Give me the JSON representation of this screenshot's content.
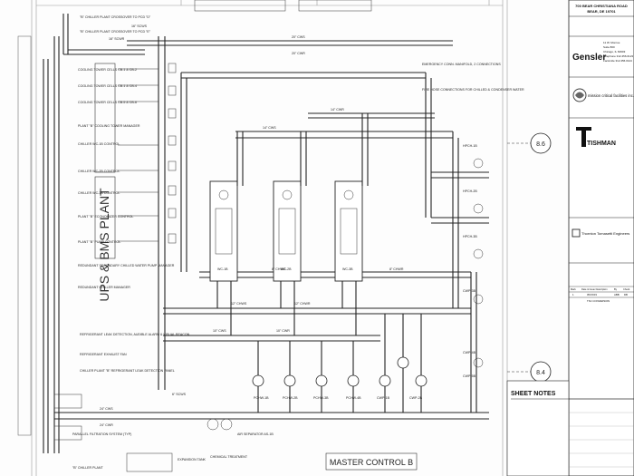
{
  "title_block": {
    "address_line1": "700 BEAR CHRISTIANA ROAD",
    "address_line2": "BEAR, DE 19701",
    "gensler": {
      "logo": "Gensler",
      "address": [
        "11 W. Monroe",
        "Suite 800",
        "Chicago, IL 60603",
        "Telephone 312.456.0123",
        "Facsimile 312.456.0124"
      ]
    },
    "mcf": {
      "logo": "mission critical facilities inc."
    },
    "tishman": {
      "logo": "TISHMAN"
    },
    "engineer": {
      "logo": "Thornton Tomasetti Engineers"
    },
    "revisions": {
      "headers": [
        "Mark",
        "Date & Issue Description",
        "By",
        "Check"
      ],
      "rows": [
        {
          "mark": "1",
          "desc": "05/15/03",
          "by": "ABB",
          "check": "DB"
        }
      ],
      "note": "TSC CONVERSION"
    },
    "sheet_notes": "SHEET NOTES"
  },
  "drawing": {
    "master_control": "MASTER CONTROL B",
    "grid_bubbles": [
      "8.6",
      "8.4"
    ],
    "callouts": [
      "\"B\" CHILLER PLANT CROSSOVER TO PCD \"D\"",
      "\"B\" CHILLER PLANT CROSSOVER TO PCD \"E\"",
      "COOLING TOWER CELLS CB-1 & CB-2",
      "COOLING TOWER CELLS CB-1 & CB-4",
      "COOLING TOWER CELLS CB-5 & CB-6",
      "PLANT \"B\" COOLING TOWER MANAGER",
      "CHILLER WC-1B CONTROL",
      "CHILLER WC-2B CONTROL",
      "CHILLER WC-3B CONTROL",
      "PLANT \"B\" ECONOMIZER CONTROL",
      "PLANT \"B\" PUMP CONTROL",
      "REDUNDANT SECONDARY CHILLED WATER PUMP MANAGER",
      "REDUNDANT CHILLER MANAGER",
      "REFRIGERANT LEAK DETECTION, AUDIBLE ALARM & VISUAL BEACON",
      "REFRIGERANT EXHAUST FAN",
      "CHILLER PLANT \"B\" REFRIGERANT LEAK DETECTION PANEL",
      "EXPANSION TANK",
      "CHEMICAL TREATMENT",
      "AIR SEPARATOR AS-1B",
      "PARALLEL FILTRATION SYSTEM (TYP)",
      "\"B\" CHILLER PLANT",
      "EMERGENCY CONN. MANIFOLD, 2 CONNECTIONS",
      "FIRE HOSE CONNECTIONS FOR CHILLED & CONDENSER WATER"
    ],
    "chiller_labels": [
      "WC-1B",
      "WC-2B",
      "WC-3B"
    ],
    "pump_labels": [
      "PCHW-1B",
      "PCHW-2B",
      "PCHW-3B",
      "PCHW-4B"
    ],
    "ctpump_labels": [
      "CWP-1B",
      "CWP-2B",
      "CWP-3B",
      "CWP-4B",
      "CWP-5B"
    ],
    "hx_labels": [
      "HPCH-1B",
      "HPCH-2B",
      "HPCH-3B"
    ],
    "pipe_sizes": [
      "16\" SCWS",
      "16\" SCWR",
      "20\" CWS",
      "20\" CWR",
      "14\" CWS",
      "14\" CWR",
      "12\" CHWS",
      "12\" CHWR",
      "10\" CWS",
      "10\" CWR",
      "8\" CHWS",
      "8\" CHWR",
      "24\" CWS",
      "24\" CWR",
      "6\" SCWS"
    ],
    "vertical_label": "UPS & BMS PLANT"
  }
}
